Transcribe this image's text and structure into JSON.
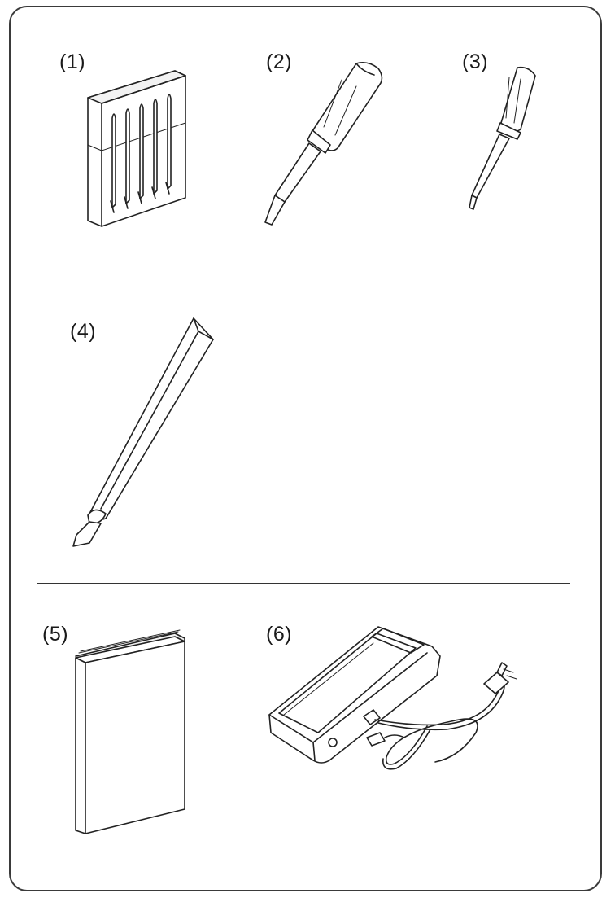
{
  "items": [
    {
      "label": "(1)",
      "icon": "needle-case"
    },
    {
      "label": "(2)",
      "icon": "screwdriver-large"
    },
    {
      "label": "(3)",
      "icon": "screwdriver-small"
    },
    {
      "label": "(4)",
      "icon": "tweezers"
    },
    {
      "label": "(5)",
      "icon": "instruction-manual"
    },
    {
      "label": "(6)",
      "icon": "foot-controller"
    }
  ]
}
